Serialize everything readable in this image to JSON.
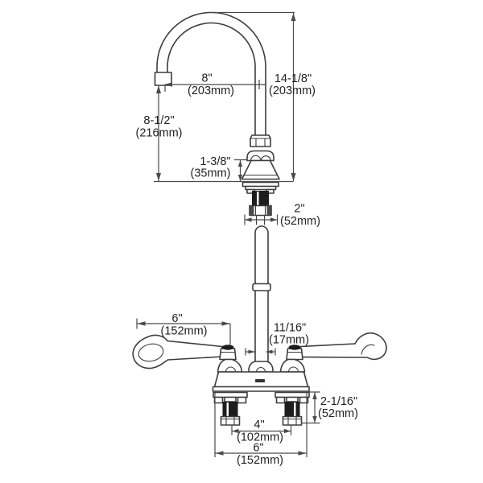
{
  "page": {
    "background": "#ffffff"
  },
  "drawing": {
    "type": "technical-line-drawing",
    "subject": "deck-mount gooseneck faucet with wrist blade handles, front elevation with dimensions",
    "colors": {
      "line": "#3d3d3d",
      "dim_line": "#4a4a4a",
      "dark_fill": "#1d1d1d",
      "text": "#222222",
      "background": "#ffffff"
    },
    "dimensions": {
      "spout_reach": {
        "inches": "8\"",
        "metric": "(203mm)"
      },
      "overall_height": {
        "inches": "14-1/8\"",
        "metric": "(203mm)"
      },
      "spout_clearance": {
        "inches": "8-1/2\"",
        "metric": "(216mm)"
      },
      "spout_base_height": {
        "inches": "1-3/8\"",
        "metric": "(35mm)"
      },
      "spout_base_width": {
        "inches": "2\"",
        "metric": "(52mm)"
      },
      "handle_length": {
        "inches": "6\"",
        "metric": "(152mm)"
      },
      "riser_diameter": {
        "inches": "11/16\"",
        "metric": "(17mm)"
      },
      "below_deck_height": {
        "inches": "2-1/16\"",
        "metric": "(52mm)"
      },
      "faucet_centers": {
        "inches": "4\"",
        "metric": "(102mm)"
      },
      "base_width": {
        "inches": "6\"",
        "metric": "(152mm)"
      }
    }
  }
}
